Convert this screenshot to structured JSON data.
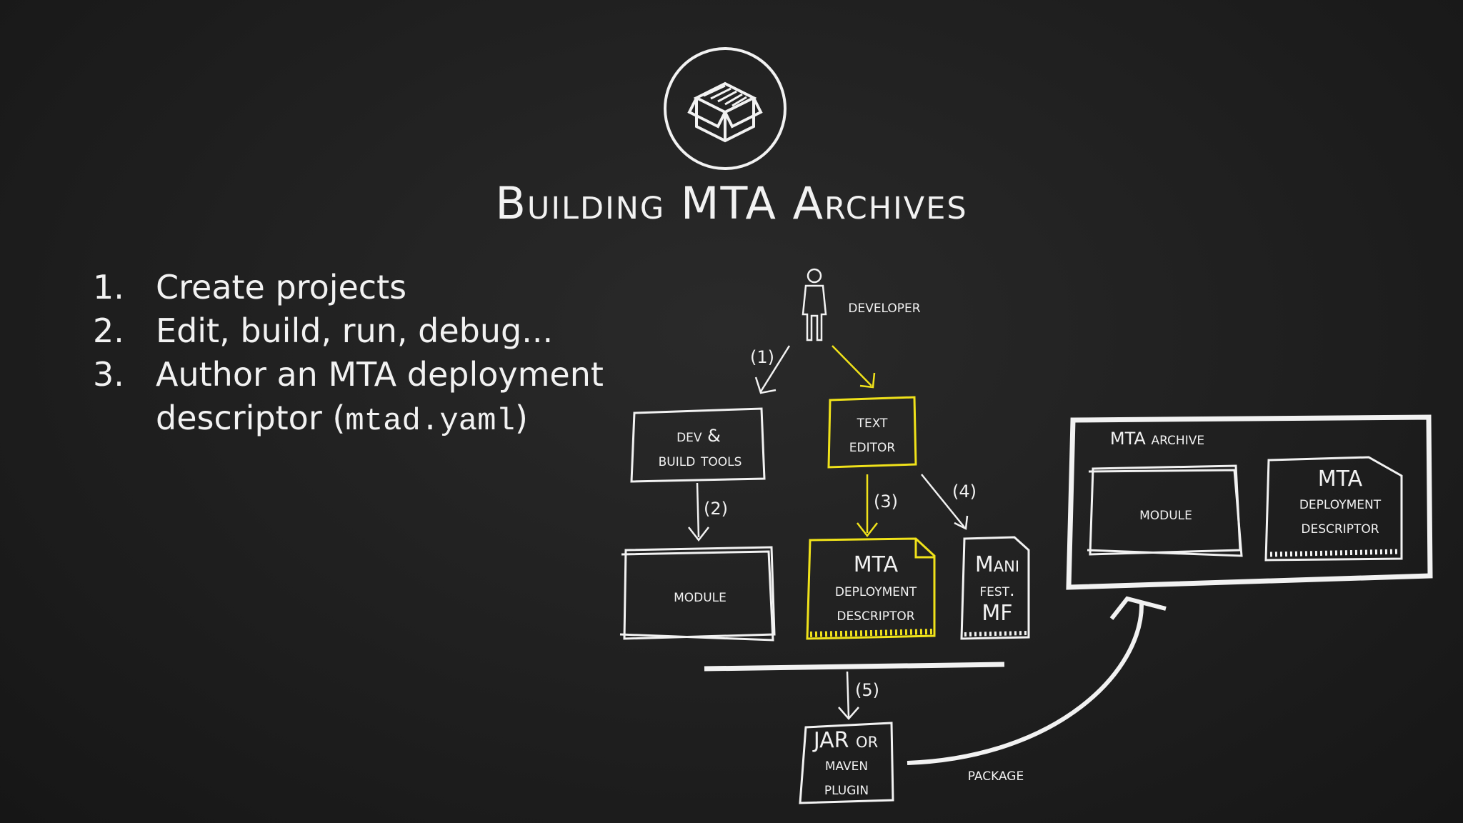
{
  "title": "Building MTA Archives",
  "steps": [
    {
      "num": "1.",
      "text": "Create projects"
    },
    {
      "num": "2.",
      "text": "Edit, build, run, debug..."
    },
    {
      "num": "3.",
      "text": "Author an MTA deployment",
      "cont": "descriptor (",
      "code": "mtad.yaml",
      "tail": ")"
    }
  ],
  "diagram": {
    "developer": "developer",
    "dev_tools": [
      "dev &",
      "build tools"
    ],
    "text_editor": [
      "text",
      "editor"
    ],
    "module": "module",
    "mtad": [
      "MTA",
      "deployment",
      "descriptor"
    ],
    "manifest": [
      "Mani",
      "fest.",
      "MF"
    ],
    "jar": [
      "JAR or",
      "maven",
      "plugin"
    ],
    "package": "package",
    "archive_title": "MTA archive",
    "archive_module": "module",
    "archive_mtad": [
      "MTA",
      "deployment",
      "descriptor"
    ],
    "steps": [
      "(1)",
      "(2)",
      "(3)",
      "(4)",
      "(5)"
    ]
  },
  "colors": {
    "highlight": "#f0e21a",
    "chalk": "#f2f2f2",
    "board": "#1f1f1f"
  }
}
